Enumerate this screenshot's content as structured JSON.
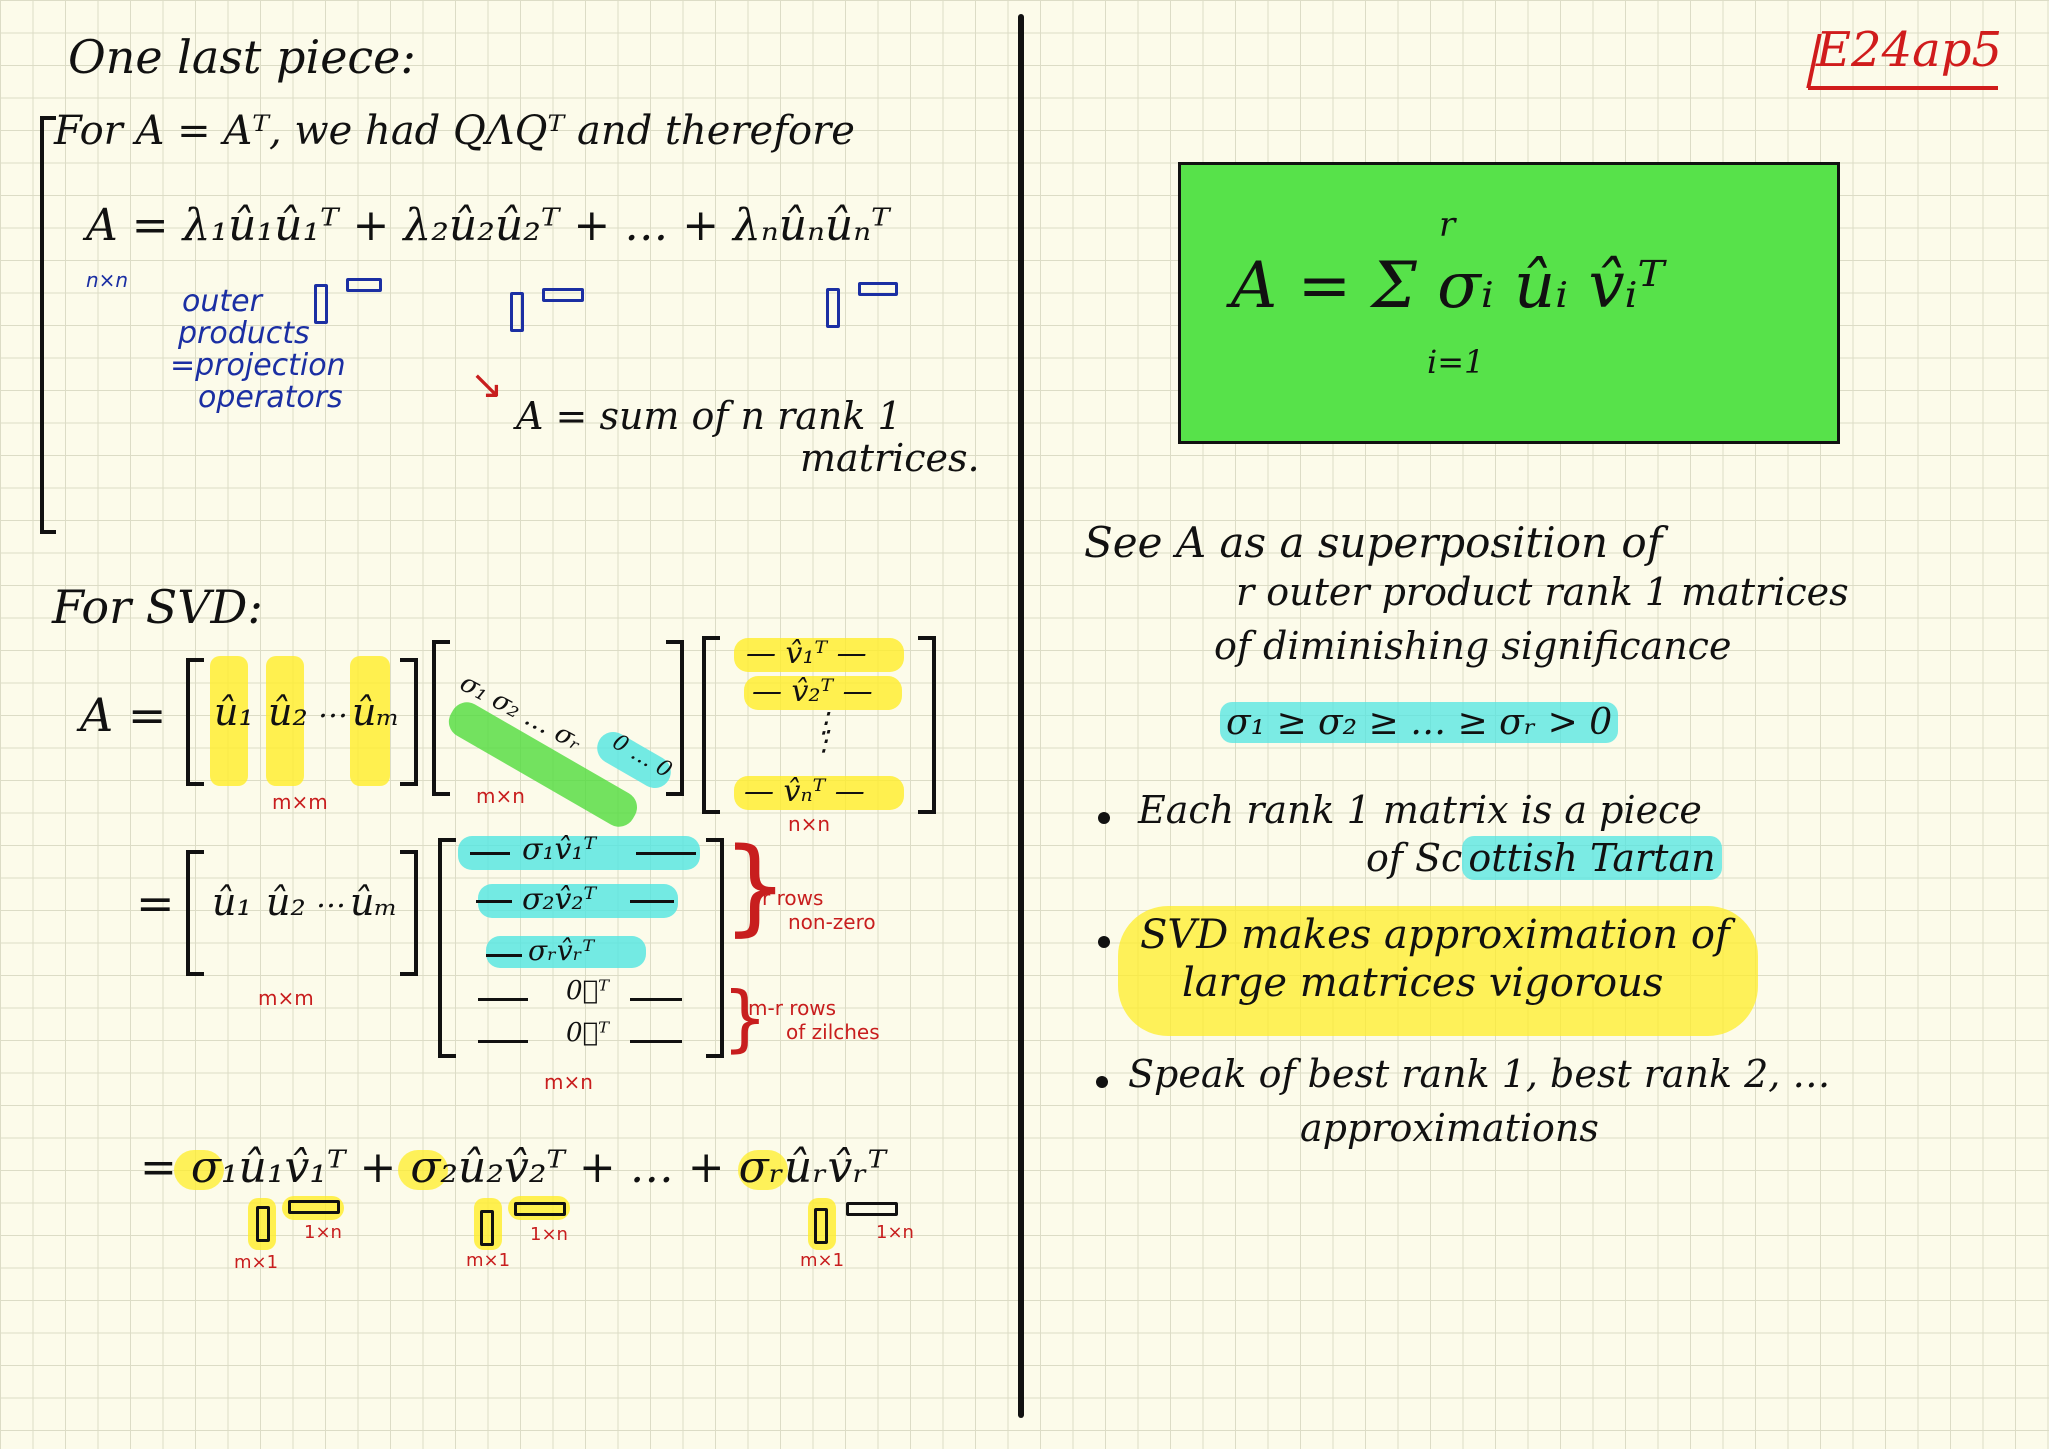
{
  "page_tag": "E24ap5",
  "left": {
    "heading": "One last piece:",
    "sym_line": "For A = Aᵀ, we had QΛQᵀ and therefore",
    "sym_expansion": "A = λ₁û₁û₁ᵀ + λ₂û₂û₂ᵀ + … + λₙûₙûₙᵀ",
    "dim_nxn": "n×n",
    "outer_note": [
      "outer",
      "products",
      "=projection",
      "operators"
    ],
    "sum_note_line1": "A = sum of n rank 1",
    "sum_note_line2": "matrices.",
    "svd_heading": "For SVD:",
    "svd_A": "A =",
    "U_cols": [
      "û₁",
      "û₂",
      "ûₘ"
    ],
    "U_dots": "…",
    "dim_mxm": "m×m",
    "Sigma_diag": "σ₁ σ₂ … σᵣ",
    "Sigma_zeros": "0 … 0",
    "dim_mxn": "m×n",
    "V_rows": [
      "— v̂₁ᵀ —",
      "— v̂₂ᵀ —",
      "— v̂ₙᵀ —"
    ],
    "dim_nxn_v": "n×n",
    "eq2": "=",
    "rows_nonzero": [
      "σ₁v̂₁ᵀ",
      "σ₂v̂₂ᵀ",
      "σᵣv̂ᵣᵀ"
    ],
    "rows_zero": [
      "0⃗ᵀ",
      "0⃗ᵀ"
    ],
    "r_rows_label": [
      "r rows",
      "non-zero"
    ],
    "mr_rows_label": [
      "m-r rows",
      "of zilches"
    ],
    "final_sum": "= σ₁û₁v̂₁ᵀ + σ₂û₂v̂₂ᵀ + … + σᵣûᵣv̂ᵣᵀ",
    "dim_mx1": "m×1",
    "dim_1xn": "1×n"
  },
  "right": {
    "boxed_formula": "A = Σ σᵢ ûᵢ v̂ᵢᵀ",
    "sum_upper": "r",
    "sum_lower": "i=1",
    "see_lines": [
      "See A as a superposition of",
      "r outer product rank 1 matrices",
      "of diminishing significance"
    ],
    "ordering": "σ₁ ≥ σ₂ ≥ … ≥ σᵣ > 0",
    "bullets": [
      {
        "line1": "Each rank 1 matrix is a piece",
        "line2_pre": "of Sc",
        "line2_hl": "ottish Tartan"
      },
      {
        "line1": "SVD makes approximation of",
        "line2": "large matrices vigorous"
      },
      {
        "line1": "Speak of best rank 1, best rank 2, …",
        "line2": "approximations"
      }
    ]
  },
  "colors": {
    "background": "#fcfbea",
    "grid": "#dcdcc6",
    "ink": "#111111",
    "blue_ink": "#1b2fa3",
    "red_ink": "#c81e1e",
    "highlight_yellow": "#ffee28",
    "highlight_cyan": "#50e6e1",
    "highlight_green": "#57e24a"
  }
}
